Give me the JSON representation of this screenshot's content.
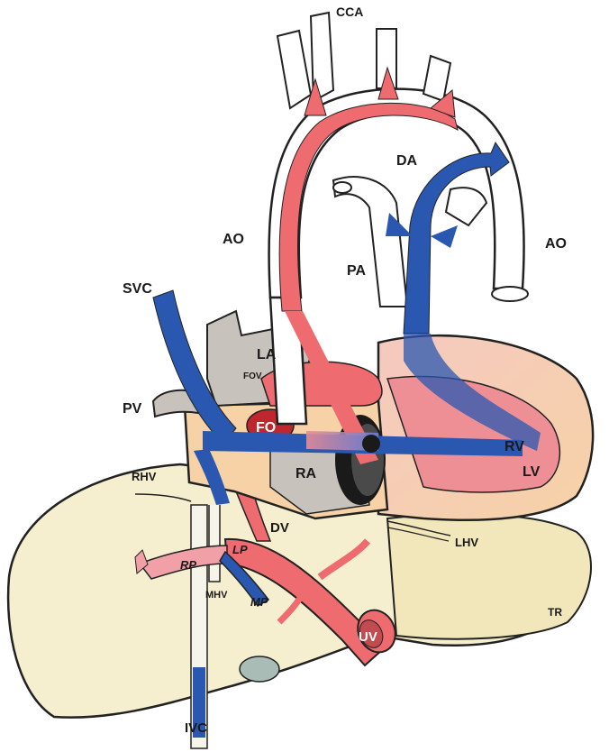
{
  "labels": {
    "cca": "CCA",
    "da": "DA",
    "ao_left": "AO",
    "ao_right": "AO",
    "pa": "PA",
    "svc": "SVC",
    "la": "LA",
    "fov": "FOV",
    "pv": "PV",
    "fo": "FO",
    "rv": "RV",
    "lv": "LV",
    "ra": "RA",
    "rhv": "RHV",
    "dv": "DV",
    "lhv": "LHV",
    "rp": "RP",
    "lp": "LP",
    "mhv": "MHV",
    "mp": "MP",
    "uv": "UV",
    "ivc": "IVC",
    "signature": "TR"
  },
  "colors": {
    "oxygenated": "#ee6b6f",
    "deoxygenated": "#2a57b0",
    "mixed": "#f0a0a6",
    "liver": "#f6efcf",
    "liver_shadow": "#f1e6b5",
    "atrium": "#c8c2bc",
    "ventricle": "#f6c7b0",
    "outline": "#222222"
  }
}
